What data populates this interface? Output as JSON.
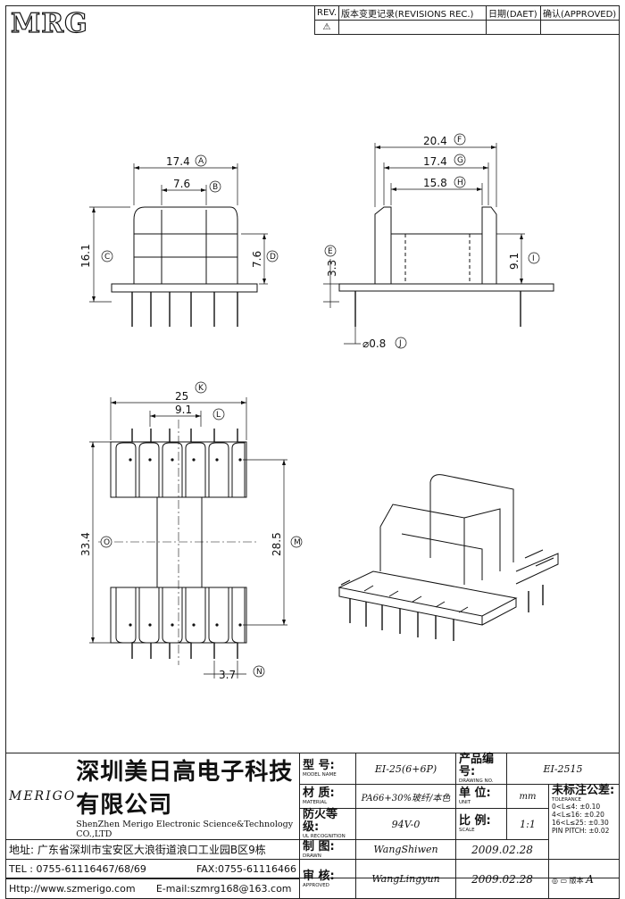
{
  "header": {
    "logo": "MRG",
    "rev_label": "REV.",
    "rev_desc": "版本变更记录(REVISIONS REC.)",
    "date_label": "日期(DAET)",
    "approved_label": "确认(APPROVED)",
    "rev_mark": "⚠"
  },
  "dims": {
    "A": "17.4",
    "B": "7.6",
    "C": "16.1",
    "D": "7.6",
    "E": "3.3",
    "F": "20.4",
    "G": "17.4",
    "H": "15.8",
    "I": "9.1",
    "J": "⌀0.8",
    "K": "25",
    "L": "9.1",
    "M": "28.5",
    "N": "3.7",
    "O": "33.4"
  },
  "dim_letters": {
    "A": "A",
    "B": "B",
    "C": "C",
    "D": "D",
    "E": "E",
    "F": "F",
    "G": "G",
    "H": "H",
    "I": "I",
    "J": "J",
    "K": "K",
    "L": "L",
    "M": "M",
    "N": "N",
    "O": "O"
  },
  "company": {
    "brand": "MERIGO",
    "name_cn": "深圳美日高电子科技有限公司",
    "name_en": "ShenZhen Merigo Electronic Science&Technology CO.,LTD",
    "address": "地址: 广东省深圳市宝安区大浪街道浪口工业园B区9栋",
    "tel": "TEL : 0755-61116467/68/69",
    "fax": "FAX:0755-61116466",
    "web": "Http://www.szmerigo.com",
    "email": "E-mail:szmrg168@163.com"
  },
  "titleblock": {
    "model_label": "型 号:",
    "model_sub": "MODEL NAME",
    "model_value": "EI-25(6+6P)",
    "drawing_label": "产品编号:",
    "drawing_sub": "DRAWING NO.",
    "drawing_value": "EI-2515",
    "material_label": "材 质:",
    "material_sub": "MATERIAL",
    "material_value": "PA66+30%玻纤/本色",
    "unit_label": "单 位:",
    "unit_sub": "UNIT",
    "unit_value": "mm",
    "tol_label": "未标注公差:",
    "tol_sub": "TOLERANCE",
    "tol_1": "0<L≤4:   ±0.10",
    "tol_2": "4<L≤16:  ±0.20",
    "tol_3": "16<L≤25: ±0.30",
    "tol_4": "PIN PITCH: ±0.02",
    "ul_label": "防火等级:",
    "ul_sub": "UL RECOGNITION",
    "ul_value": "94V-0",
    "scale_label": "比 例:",
    "scale_sub": "SCALE",
    "scale_value": "1:1",
    "drawn_label": "制 图:",
    "drawn_sub": "DRAWN",
    "drawn_value": "WangShiwen",
    "drawn_date": "2009.02.28",
    "approved_label": "审 核:",
    "approved_sub": "APPROVED",
    "approved_value": "WangLingyun",
    "approved_date": "2009.02.28",
    "version_label": "版本",
    "version_value": "A"
  }
}
